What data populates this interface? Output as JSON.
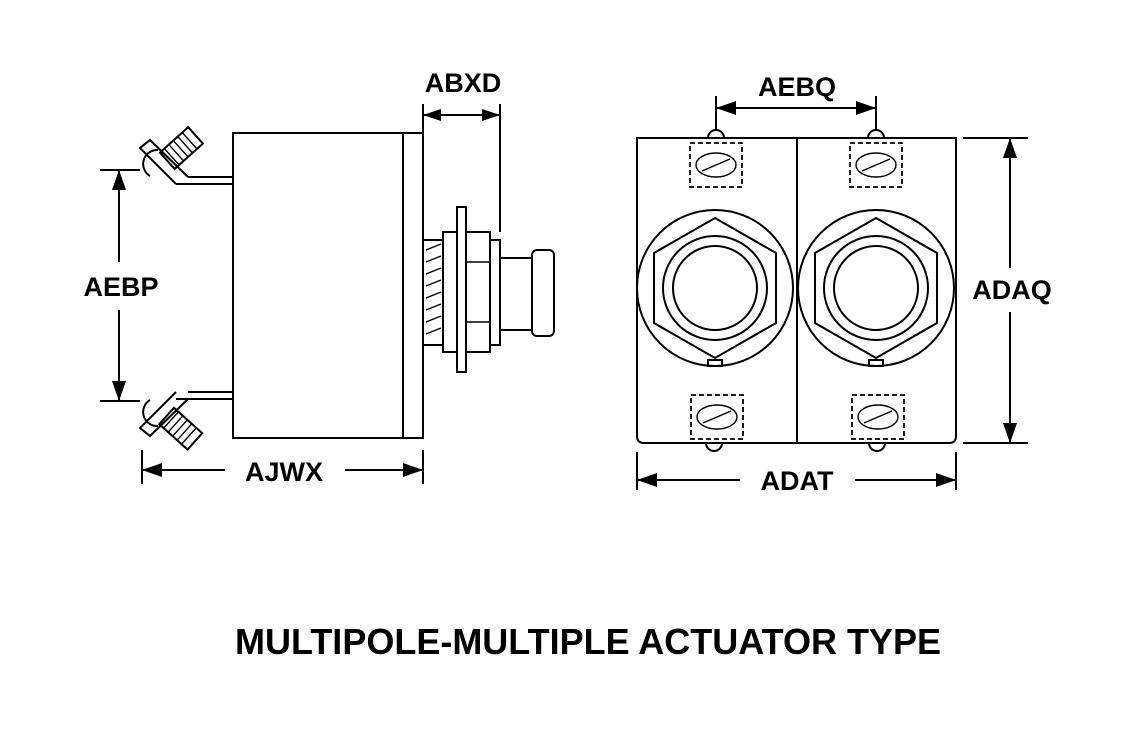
{
  "labels": {
    "abxd": "ABXD",
    "aebq": "AEBQ",
    "aebp": "AEBP",
    "adaq": "ADAQ",
    "ajwx": "AJWX",
    "adat": "ADAT"
  },
  "title": "MULTIPOLE-MULTIPLE ACTUATOR TYPE"
}
